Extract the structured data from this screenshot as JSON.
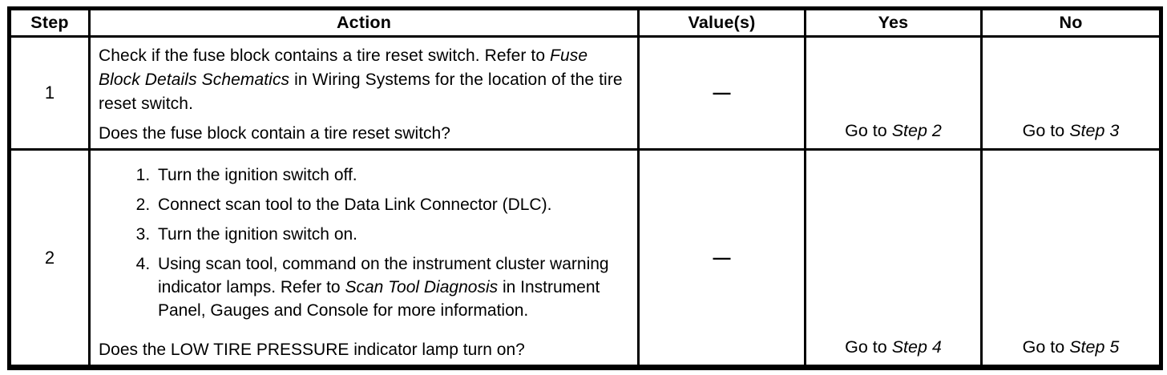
{
  "colors": {
    "background": "#ffffff",
    "border": "#000000",
    "text": "#000000"
  },
  "headers": [
    "Step",
    "Action",
    "Value(s)",
    "Yes",
    "No"
  ],
  "rows": [
    {
      "step": "1",
      "action": {
        "p_start": "Check if the fuse block contains a tire reset switch. Refer to ",
        "p_italic": "Fuse Block Details Schematics",
        "p_end": " in Wiring Systems for the location of the tire reset switch.",
        "question": "Does the fuse block contain a tire reset switch?"
      },
      "value": "—",
      "yes": {
        "prefix": "Go to ",
        "ref": "Step 2"
      },
      "no": {
        "prefix": "Go to ",
        "ref": "Step 3"
      }
    },
    {
      "step": "2",
      "action": {
        "list": [
          {
            "text": "Turn the ignition switch off."
          },
          {
            "text": "Connect scan tool to the Data Link Connector (DLC)."
          },
          {
            "text": "Turn the ignition switch on."
          },
          {
            "pre": "Using scan tool, command on the instrument cluster warning indicator lamps. Refer to ",
            "italic": "Scan Tool Diagnosis",
            "post": " in Instrument Panel, Gauges and Console for more information."
          }
        ],
        "question": "Does the LOW TIRE PRESSURE indicator lamp turn on?"
      },
      "value": "—",
      "yes": {
        "prefix": "Go to ",
        "ref": "Step 4"
      },
      "no": {
        "prefix": "Go to ",
        "ref": "Step 5"
      }
    }
  ]
}
